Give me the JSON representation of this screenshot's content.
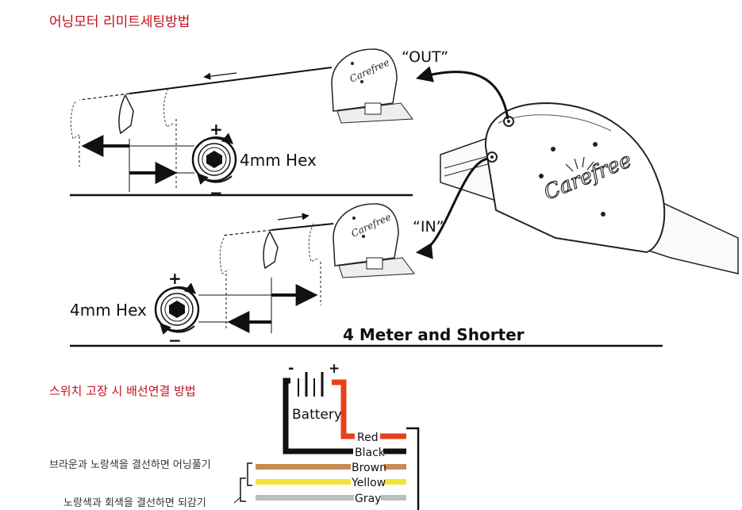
{
  "titles": {
    "limit_setting": "어닝모터 리미트세팅방법",
    "switch_failure": "스위치 고장 시 배선연결 방법"
  },
  "labels": {
    "out": "“OUT”",
    "in": "“IN”",
    "hex_top": "4mm Hex",
    "hex_bottom": "4mm Hex",
    "plus": "+",
    "minus": "−",
    "battery_minus": "-",
    "battery_plus": "+",
    "length_note": "4 Meter and Shorter",
    "battery": "Battery",
    "brand": "Carefree"
  },
  "wires": [
    {
      "name": "Red",
      "color": "#e8401c"
    },
    {
      "name": "Black",
      "color": "#111111"
    },
    {
      "name": "Brown",
      "color": "#c98a52"
    },
    {
      "name": "Yellow",
      "color": "#f2e43a"
    },
    {
      "name": "Gray",
      "color": "#bdbdbd"
    }
  ],
  "notes": {
    "brown_yellow": "브라운과 노랑색을 결선하면 어닝풀기",
    "yellow_gray": "노랑색과 회색을 결선하면 되감기"
  },
  "colors": {
    "title_red": "#c0101c",
    "line": "#111111"
  }
}
